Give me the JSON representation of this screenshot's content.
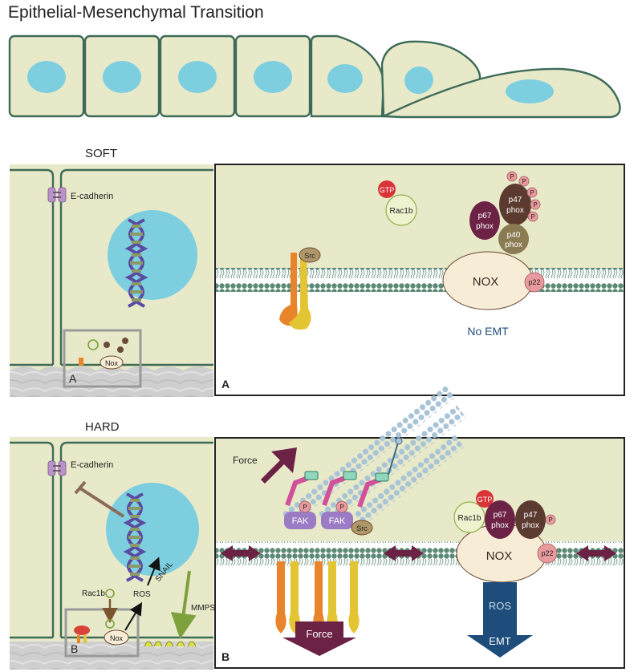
{
  "title": "Epithelial-Mesenchymal Transition",
  "colors": {
    "cell_fill": "#e8e9c9",
    "cell_stroke": "#3d6b57",
    "nucleus": "#7dcfe0",
    "membrane": "#5c8a76",
    "matrix": "#c8c8c8",
    "dark_purple": "#6b2245",
    "navy": "#1e4d7b",
    "gtp_red": "#d93438",
    "phospho_pink": "#e99a9e",
    "cadherin": "#b993c7",
    "fak": "#9c7bc5"
  },
  "soft": {
    "heading": "SOFT",
    "ecadherin_label": "E-cadherin",
    "nox_label": "Nox",
    "box_letter": "A"
  },
  "hard": {
    "heading": "HARD",
    "ecadherin_label": "E-cadherin",
    "nox_label": "Nox",
    "box_letter": "B",
    "rac1b_label": "Rac1b",
    "ros_label": "ROS",
    "snail_label": "SNAIL",
    "mmps_label": "MMPS"
  },
  "panel_a": {
    "letter": "A",
    "gtp": "GTP",
    "rac1b": "Rac1b",
    "src": "Src",
    "p67": [
      "p67",
      "phox"
    ],
    "p47": [
      "p47",
      "phox"
    ],
    "p40": [
      "p40",
      "phox"
    ],
    "p_label": "P",
    "nox": "NOX",
    "p22": "p22",
    "outcome": "No EMT"
  },
  "panel_b": {
    "letter": "B",
    "force_top": "Force",
    "force_bottom": "Force",
    "fak": "FAK",
    "src": "Src",
    "p_label": "P",
    "gtp": "GTP",
    "rac1b": "Rac1b",
    "p67": [
      "p67",
      "phox"
    ],
    "p47": [
      "p47",
      "phox"
    ],
    "nox": "NOX",
    "p22": "p22",
    "ros": "ROS",
    "emt": "EMT"
  }
}
